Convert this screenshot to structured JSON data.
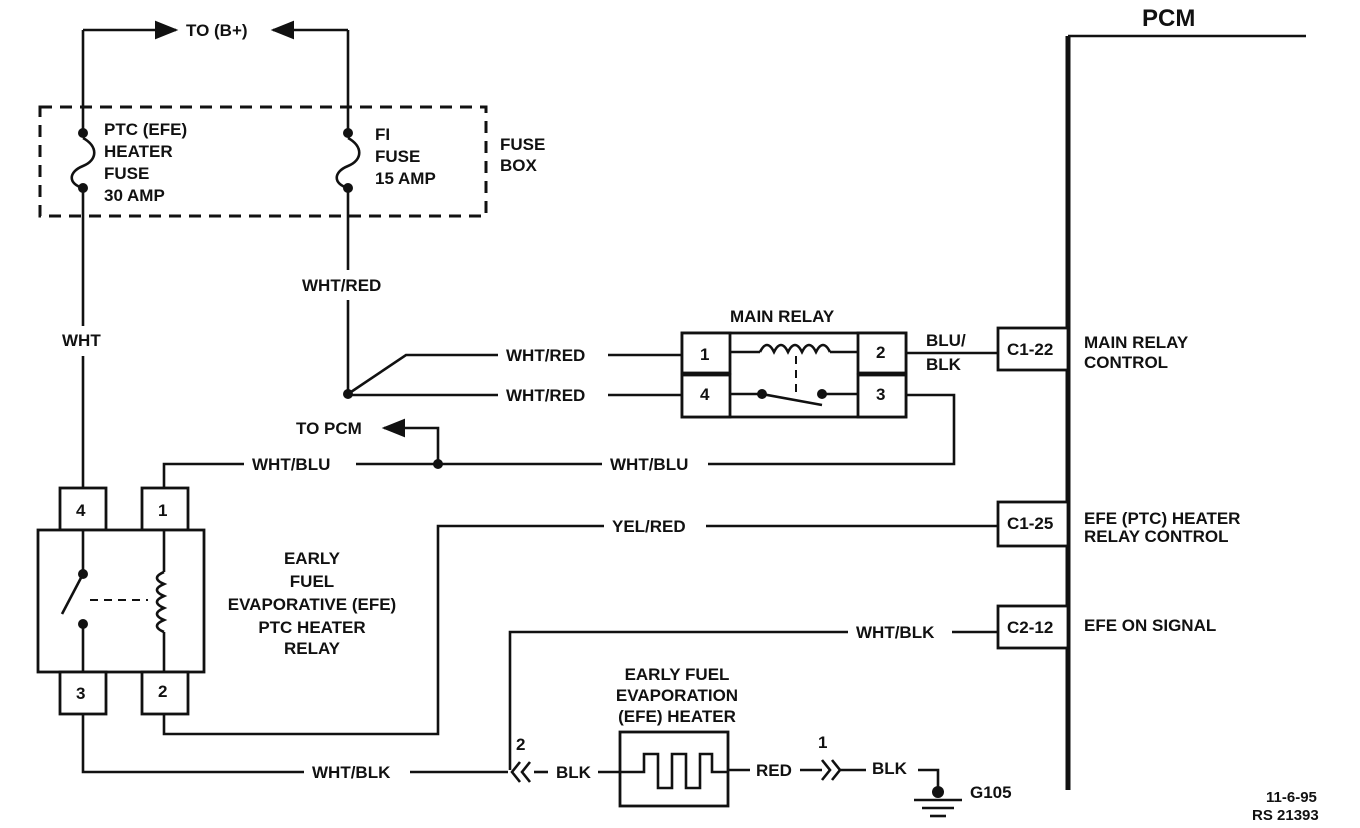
{
  "pcm": {
    "title": "PCM"
  },
  "b_plus": {
    "label": "TO (B+)"
  },
  "fuse_box": {
    "label_line1": "FUSE",
    "label_line2": "BOX",
    "ptc_fuse": [
      "PTC (EFE)",
      "HEATER",
      "FUSE",
      "30 AMP"
    ],
    "fi_fuse": [
      "FI",
      "FUSE",
      "15 AMP"
    ]
  },
  "wires": {
    "wht": "WHT",
    "wht_red_vertical": "WHT/RED",
    "wht_red_1": "WHT/RED",
    "wht_red_2": "WHT/RED",
    "blu_blk_line1": "BLU/",
    "blu_blk_line2": "BLK",
    "wht_blu_left": "WHT/BLU",
    "wht_blu_right": "WHT/BLU",
    "yel_red": "YEL/RED",
    "wht_blk_top": "WHT/BLK",
    "wht_blk_bottom": "WHT/BLK",
    "blk_left": "BLK",
    "red": "RED",
    "blk_right": "BLK"
  },
  "to_pcm": {
    "label": "TO PCM"
  },
  "main_relay": {
    "title": "MAIN RELAY",
    "pins": [
      "1",
      "2",
      "4",
      "3"
    ]
  },
  "efe_relay": {
    "label": [
      "EARLY",
      "FUEL",
      "EVAPORATIVE (EFE)",
      "PTC HEATER",
      "RELAY"
    ],
    "pins": [
      "4",
      "1",
      "3",
      "2"
    ]
  },
  "efe_heater": {
    "label": [
      "EARLY FUEL",
      "EVAPORATION",
      "(EFE) HEATER"
    ]
  },
  "connectors": {
    "left_pin": "2",
    "right_pin": "1"
  },
  "ground": {
    "label": "G105"
  },
  "pcm_terminals": [
    {
      "id": "C1-22",
      "desc_line1": "MAIN RELAY",
      "desc_line2": "CONTROL"
    },
    {
      "id": "C1-25",
      "desc_line1": "EFE (PTC) HEATER",
      "desc_line2": "RELAY CONTROL"
    },
    {
      "id": "C2-12",
      "desc_line1": "EFE ON SIGNAL",
      "desc_line2": ""
    }
  ],
  "footer": {
    "date": "11-6-95",
    "ref": "RS 21393"
  }
}
